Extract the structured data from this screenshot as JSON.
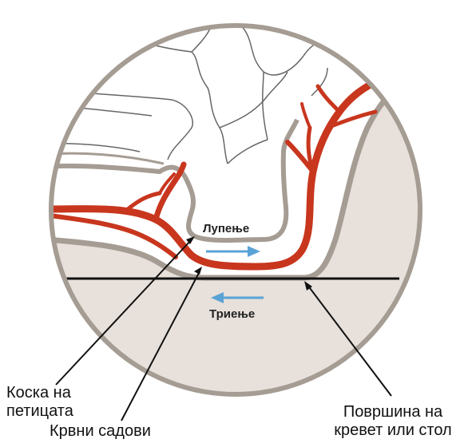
{
  "labels": {
    "peeling": "Лупење",
    "friction": "Триење",
    "heel_bone_line1": "Коска на",
    "heel_bone_line2": "петицата",
    "blood_vessels": "Крвни садови",
    "surface_line1": "Површина на",
    "surface_line2": "кревет или стол"
  },
  "colors": {
    "vessel": "#c8361e",
    "bone_outline": "#a59c93",
    "tissue_fill": "#e7e0db",
    "arrow": "#5aa3d6",
    "circle_stroke": "#a59c93"
  }
}
